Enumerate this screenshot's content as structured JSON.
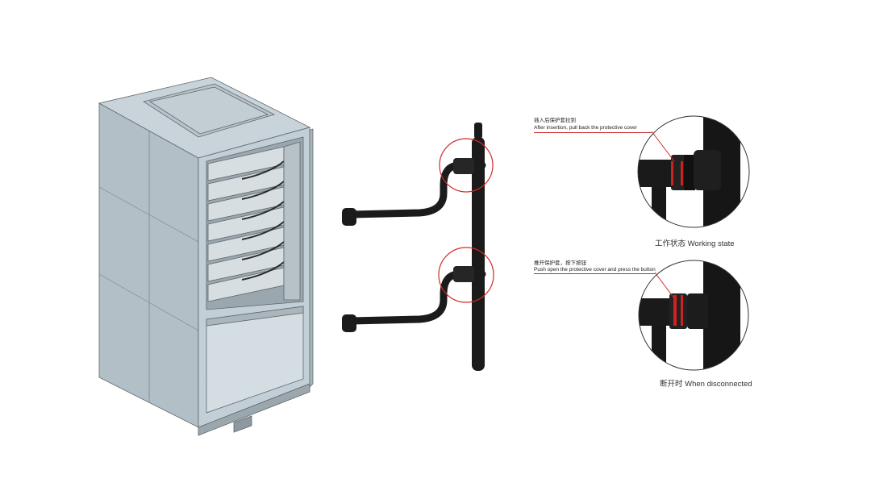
{
  "callouts": {
    "working": {
      "zh": "插入后保护套拉到",
      "en": "After insertion, pull back the protective cover",
      "caption": "工作状态 Working state"
    },
    "disconnect": {
      "zh": "推开保护套，按下按钮",
      "en": "Push open the protective cover and press the button",
      "caption": "断开时 When disconnected"
    }
  },
  "colors": {
    "highlight": "#d42a2a",
    "cabinet_fill": "#c3cfd6",
    "cable": "#1b1b1b",
    "accent": "#cc2222"
  }
}
